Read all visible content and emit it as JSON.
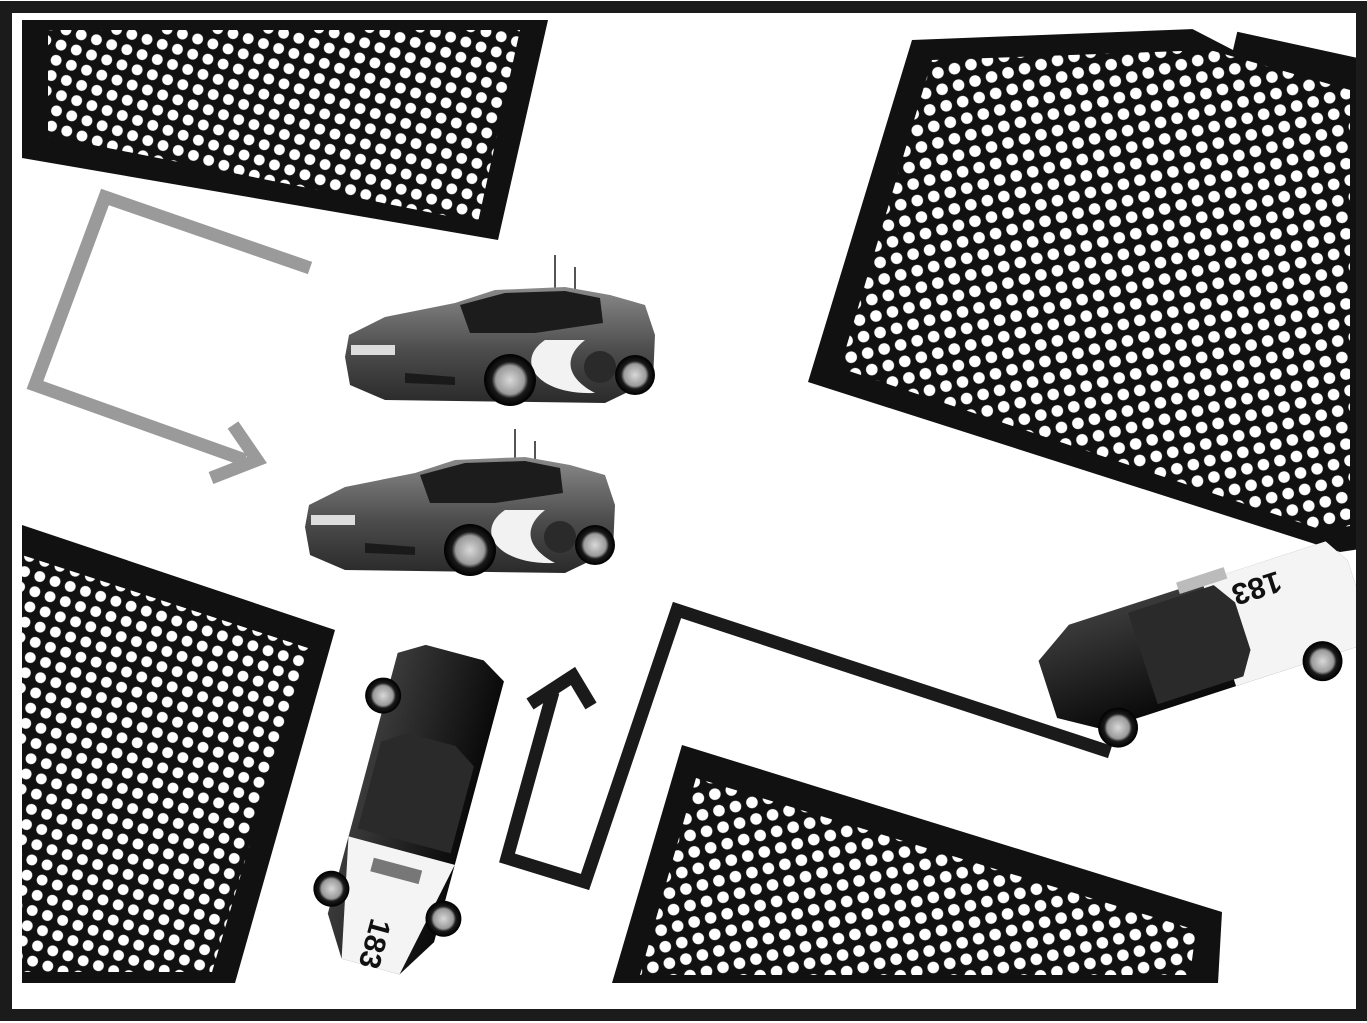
{
  "scene": {
    "title": "",
    "colors": {
      "background": "#ffffff",
      "frame": "#1b1b1b",
      "block_fill": "#111111",
      "gray_path": "#9a9a9a",
      "black_path": "#1a1a1a",
      "rally_car_body": "#5a5a5a",
      "police_car_body": "#121212",
      "police_car_panel": "#f4f4f4"
    },
    "city_blocks": [
      {
        "id": "block-top-left",
        "pattern": "halftone-dots"
      },
      {
        "id": "block-top-right",
        "pattern": "halftone-dots"
      },
      {
        "id": "block-bottom-left",
        "pattern": "halftone-dots"
      },
      {
        "id": "block-bottom-right",
        "pattern": "halftone-dots"
      }
    ],
    "paths": [
      {
        "id": "gray-route-arrow",
        "color": "gray",
        "icon": "turn-arrow-icon"
      },
      {
        "id": "black-route-arrow",
        "color": "black",
        "icon": "turn-arrow-icon"
      }
    ],
    "vehicles": [
      {
        "id": "rally-car-top",
        "kind": "rally-car",
        "icon": "rally-car-icon"
      },
      {
        "id": "rally-car-middle",
        "kind": "rally-car",
        "icon": "rally-car-icon"
      },
      {
        "id": "police-car-left",
        "kind": "police-car",
        "icon": "police-car-icon",
        "number": "183"
      },
      {
        "id": "police-car-right",
        "kind": "police-car",
        "icon": "police-car-icon",
        "number": "183"
      }
    ]
  }
}
